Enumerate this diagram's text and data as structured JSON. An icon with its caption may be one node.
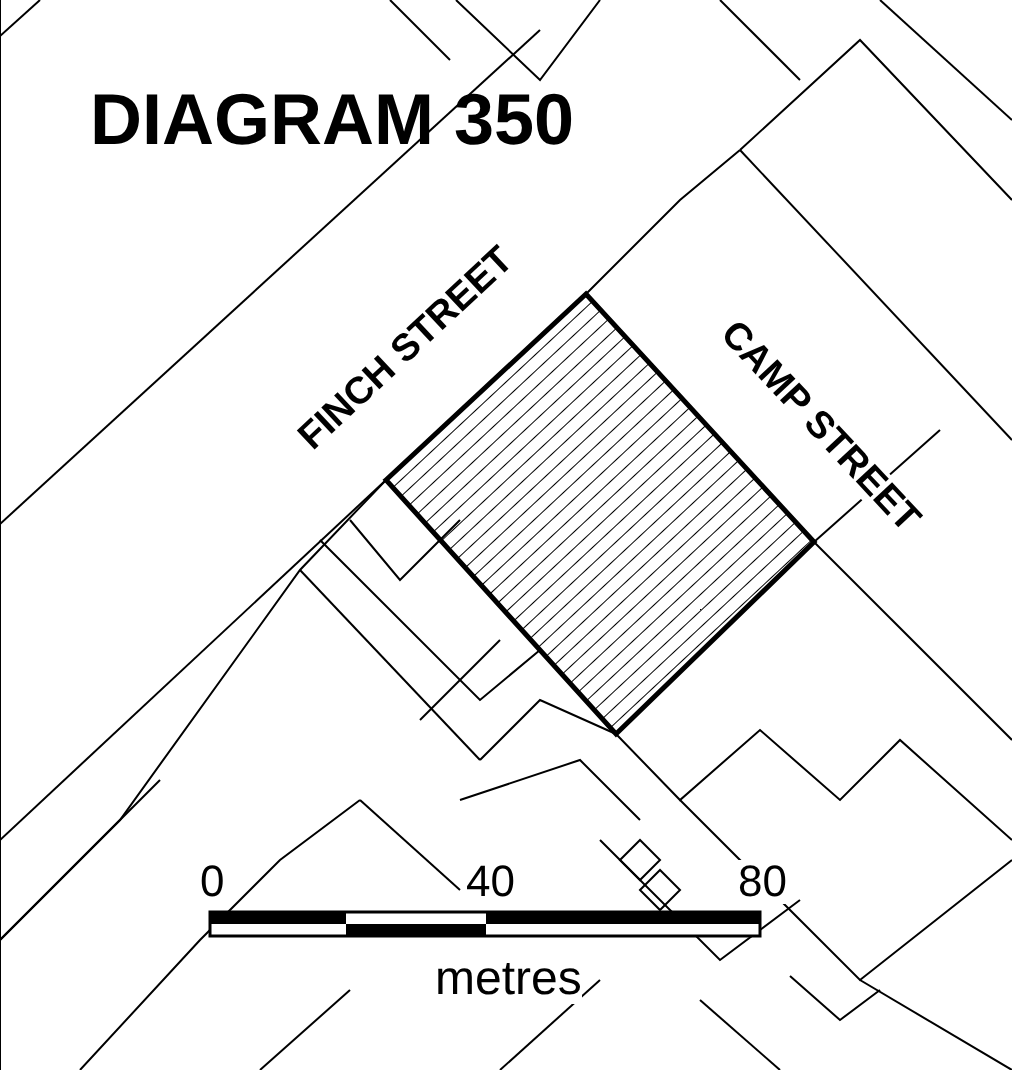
{
  "diagram": {
    "title": "DIAGRAM 350",
    "nodes": [
      {
        "text": [],
        "shape": "diamond"
      }
    ],
    "labels": [
      "FINCH STREET",
      "CAMP STREET",
      "0",
      "40",
      "80",
      "metres"
    ]
  }
}
